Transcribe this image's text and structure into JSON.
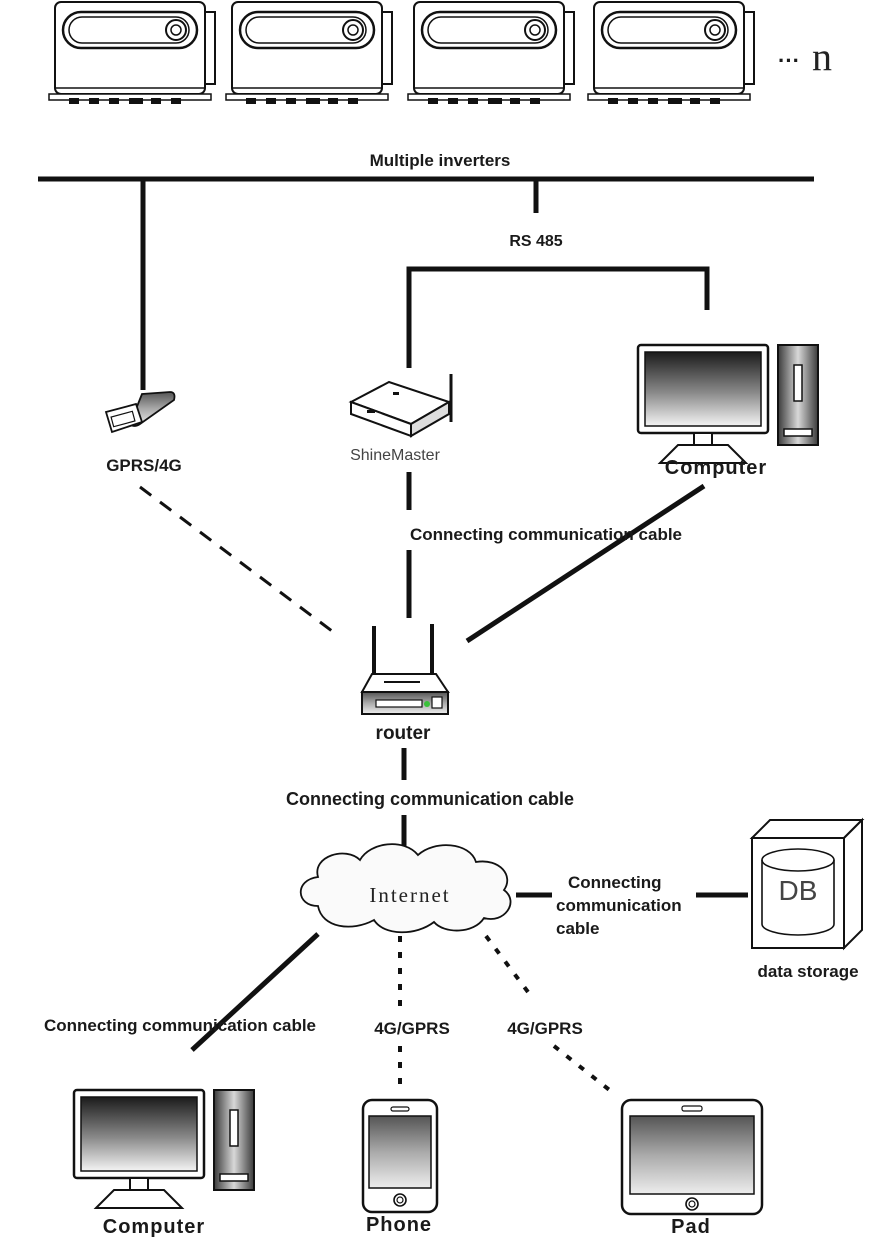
{
  "labels": {
    "multiple_inverters": "Multiple inverters",
    "rs485": "RS 485",
    "n_marker": "n",
    "ellipsis": "···",
    "gprs_4g": "GPRS/4G",
    "shinemaster": "ShineMaster",
    "computer_top": "Computer",
    "cable_top": "Connecting communication cable",
    "router": "router",
    "cable_router": "Connecting communication cable",
    "internet": "Internet",
    "cable_db_1": "Connecting",
    "cable_db_2": "communication",
    "cable_db_3": "cable",
    "db": "DB",
    "data_storage": "data storage",
    "cable_bottom_left": "Connecting communication cable",
    "gprs_phone": "4G/GPRS",
    "gprs_pad": "4G/GPRS",
    "computer_bottom": "Computer",
    "phone": "Phone",
    "pad": "Pad"
  },
  "icons": {
    "inverter": "inverter-icon",
    "gprs_stick": "gprs-dongle-icon",
    "shinemaster": "shinemaster-datalogger-icon",
    "computer": "desktop-computer-icon",
    "router": "wifi-router-icon",
    "cloud": "internet-cloud-icon",
    "database": "database-server-icon",
    "phone": "smartphone-icon",
    "pad": "tablet-icon"
  }
}
